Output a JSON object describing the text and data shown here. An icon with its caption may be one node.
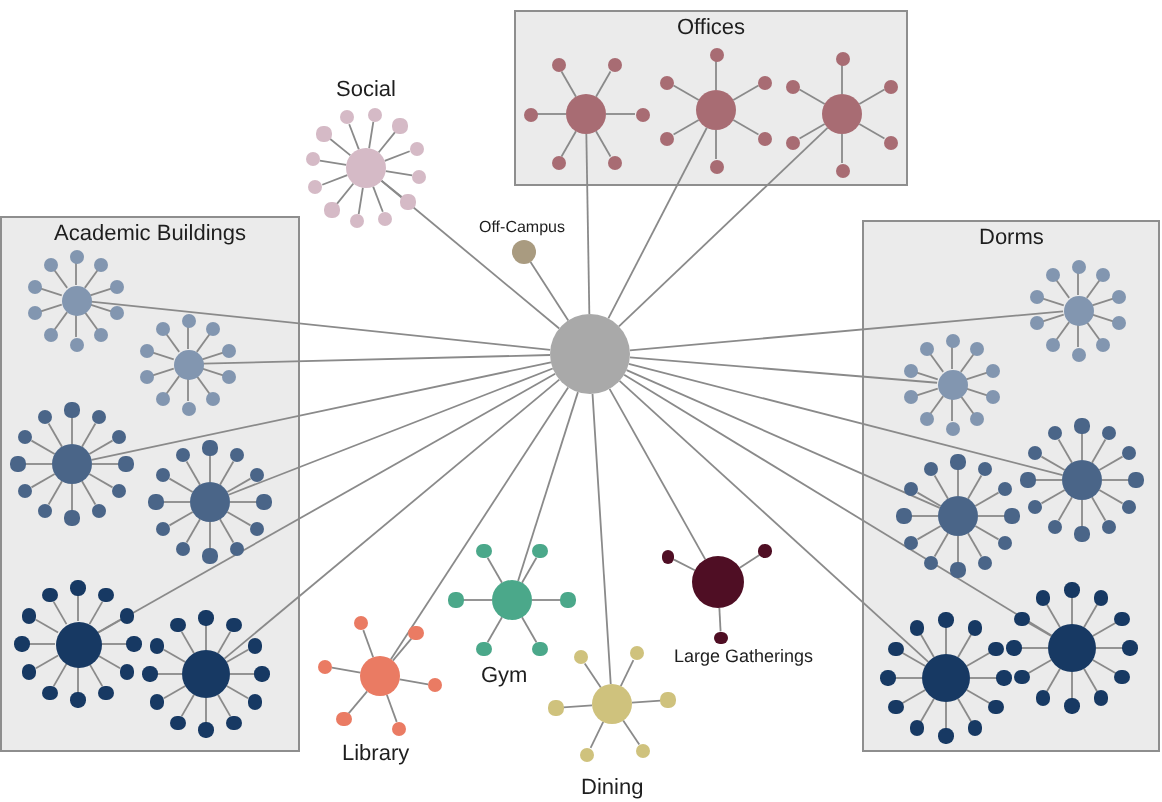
{
  "diagram": {
    "nodes": [
      {
        "text": [
          "Offices"
        ]
      },
      {
        "text": [],
        "shape": "circle",
        "in": 0
      },
      {
        "text": [],
        "shape": "circle",
        "in": 0
      },
      {
        "text": [],
        "shape": "circle",
        "in": 0
      },
      {
        "text": [],
        "shape": "circle",
        "in": 0
      },
      {
        "text": [],
        "shape": "circle",
        "in": 0
      },
      {
        "text": [],
        "shape": "circle",
        "in": 0
      },
      {
        "text": [],
        "shape": "circle",
        "in": 0
      },
      {
        "text": [],
        "shape": "circle",
        "in": 0
      },
      {
        "text": [],
        "shape": "circle",
        "in": 0
      },
      {
        "text": [],
        "shape": "circle",
        "in": 0
      },
      {
        "text": [],
        "shape": "circle",
        "in": 0
      },
      {
        "text": [],
        "shape": "circle",
        "in": 0
      },
      {
        "text": [],
        "shape": "circle",
        "in": 0
      },
      {
        "text": [],
        "shape": "circle",
        "in": 0
      },
      {
        "text": [],
        "shape": "circle",
        "in": 0
      },
      {
        "text": [],
        "shape": "circle",
        "in": 0
      },
      {
        "text": [],
        "shape": "circle",
        "in": 0
      },
      {
        "text": [],
        "shape": "circle",
        "in": 0
      },
      {
        "text": [],
        "shape": "circle",
        "in": 0
      },
      {
        "text": [],
        "shape": "circle",
        "in": 0
      },
      {
        "text": [],
        "shape": "circle",
        "in": 0
      },
      {
        "text": [
          "Social"
        ]
      },
      {
        "text": [],
        "shape": "circle"
      },
      {
        "text": [],
        "shape": "circle"
      },
      {
        "text": [],
        "shape": "circle"
      },
      {
        "text": [],
        "shape": "circle"
      },
      {
        "text": [],
        "shape": "circle"
      },
      {
        "text": [],
        "shape": "circle"
      },
      {
        "text": [],
        "shape": "circle"
      },
      {
        "text": [],
        "shape": "circle"
      },
      {
        "text": [],
        "shape": "circle"
      },
      {
        "text": [],
        "shape": "circle"
      },
      {
        "text": [],
        "shape": "circle"
      },
      {
        "text": [],
        "shape": "circle"
      },
      {
        "text": [
          "Off-Campus"
        ]
      },
      {
        "text": [
          "Academic Buildings"
        ]
      },
      {
        "text": [],
        "shape": "circle",
        "in": 36
      },
      {
        "text": [],
        "shape": "circle",
        "in": 36
      },
      {
        "text": [],
        "shape": "circle",
        "in": 36
      },
      {
        "text": [],
        "shape": "circle",
        "in": 36
      },
      {
        "text": [],
        "shape": "circle",
        "in": 36
      },
      {
        "text": [],
        "shape": "circle",
        "in": 36
      },
      {
        "text": [],
        "shape": "circle",
        "in": 36
      },
      {
        "text": [],
        "shape": "circle",
        "in": 36
      },
      {
        "text": [],
        "shape": "circle",
        "in": 36
      },
      {
        "text": [],
        "shape": "circle",
        "in": 36
      },
      {
        "text": [],
        "shape": "circle",
        "in": 36
      },
      {
        "text": [],
        "shape": "circle",
        "in": 36
      },
      {
        "text": [],
        "shape": "circle",
        "in": 36
      },
      {
        "text": [],
        "shape": "circle",
        "in": 36
      },
      {
        "text": [],
        "shape": "circle",
        "in": 36
      },
      {
        "text": [],
        "shape": "circle",
        "in": 36
      },
      {
        "text": [],
        "shape": "circle",
        "in": 36
      },
      {
        "text": [],
        "shape": "circle",
        "in": 36
      },
      {
        "text": [],
        "shape": "circle",
        "in": 36
      },
      {
        "text": [],
        "shape": "circle",
        "in": 36
      },
      {
        "text": [],
        "shape": "circle",
        "in": 36
      },
      {
        "text": [],
        "shape": "circle",
        "in": 36
      },
      {
        "text": [],
        "shape": "circle",
        "in": 36
      },
      {
        "text": [],
        "shape": "circle",
        "in": 36
      },
      {
        "text": [],
        "shape": "circle",
        "in": 36
      },
      {
        "text": [],
        "shape": "circle",
        "in": 36
      },
      {
        "text": [],
        "shape": "circle",
        "in": 36
      },
      {
        "text": [],
        "shape": "circle",
        "in": 36
      },
      {
        "text": [],
        "shape": "circle",
        "in": 36
      },
      {
        "text": [],
        "shape": "circle",
        "in": 36
      },
      {
        "text": [],
        "shape": "circle",
        "in": 36
      },
      {
        "text": [],
        "shape": "circle",
        "in": 36
      },
      {
        "text": [],
        "shape": "circle",
        "in": 36
      },
      {
        "text": [],
        "shape": "circle",
        "in": 36
      },
      {
        "text": [],
        "shape": "circle",
        "in": 36
      },
      {
        "text": [],
        "shape": "circle",
        "in": 36
      },
      {
        "text": [],
        "shape": "circle",
        "in": 36
      },
      {
        "text": [],
        "shape": "circle",
        "in": 36
      },
      {
        "text": [],
        "shape": "circle",
        "in": 36
      },
      {
        "text": [],
        "shape": "circle",
        "in": 36
      },
      {
        "text": [],
        "shape": "circle",
        "in": 36
      },
      {
        "text": [],
        "shape": "circle",
        "in": 36
      },
      {
        "text": [],
        "shape": "circle",
        "in": 36
      },
      {
        "text": [],
        "shape": "circle",
        "in": 36
      },
      {
        "text": [],
        "shape": "circle",
        "in": 36
      },
      {
        "text": [],
        "shape": "circle",
        "in": 36
      },
      {
        "text": [],
        "shape": "circle",
        "in": 36
      },
      {
        "text": [],
        "shape": "circle",
        "in": 36
      },
      {
        "text": [],
        "shape": "circle",
        "in": 36
      },
      {
        "text": [],
        "shape": "circle",
        "in": 36
      },
      {
        "text": [],
        "shape": "circle",
        "in": 36
      },
      {
        "text": [],
        "shape": "circle",
        "in": 36
      },
      {
        "text": [],
        "shape": "circle",
        "in": 36
      },
      {
        "text": [],
        "shape": "circle",
        "in": 36
      },
      {
        "text": [],
        "shape": "circle",
        "in": 36
      },
      {
        "text": [],
        "shape": "circle",
        "in": 36
      },
      {
        "text": [],
        "shape": "circle",
        "in": 36
      },
      {
        "text": [],
        "shape": "circle",
        "in": 36
      },
      {
        "text": [],
        "shape": "circle",
        "in": 36
      },
      {
        "text": [],
        "shape": "circle",
        "in": 36
      },
      {
        "text": [],
        "shape": "circle",
        "in": 36
      },
      {
        "text": [],
        "shape": "circle",
        "in": 36
      },
      {
        "text": [],
        "shape": "circle",
        "in": 36
      },
      {
        "text": [],
        "shape": "circle",
        "in": 36
      },
      {
        "text": [],
        "shape": "circle",
        "in": 36
      },
      {
        "text": [],
        "shape": "circle",
        "in": 36
      },
      {
        "text": [],
        "shape": "circle",
        "in": 36
      },
      {
        "text": [],
        "shape": "circle",
        "in": 36
      },
      {
        "text": [],
        "shape": "circle",
        "in": 36
      },
      {
        "text": [],
        "shape": "circle",
        "in": 36
      },
      {
        "text": [],
        "shape": "circle",
        "in": 36
      },
      {
        "text": [],
        "shape": "circle",
        "in": 36
      },
      {
        "text": [],
        "shape": "circle",
        "in": 36
      },
      {
        "text": [],
        "shape": "circle",
        "in": 36
      },
      {
        "text": [
          "Dorms"
        ]
      },
      {
        "text": [],
        "shape": "circle",
        "in": 111
      },
      {
        "text": [],
        "shape": "circle",
        "in": 111
      },
      {
        "text": [],
        "shape": "circle",
        "in": 111
      },
      {
        "text": [],
        "shape": "circle",
        "in": 111
      },
      {
        "text": [],
        "shape": "circle",
        "in": 111
      },
      {
        "text": [],
        "shape": "circle",
        "in": 111
      },
      {
        "text": [],
        "shape": "circle",
        "in": 111
      },
      {
        "text": [],
        "shape": "circle",
        "in": 111
      },
      {
        "text": [],
        "shape": "circle",
        "in": 111
      },
      {
        "text": [],
        "shape": "circle",
        "in": 111
      },
      {
        "text": [],
        "shape": "circle",
        "in": 111
      },
      {
        "text": [],
        "shape": "circle",
        "in": 111
      },
      {
        "text": [],
        "shape": "circle",
        "in": 111
      },
      {
        "text": [],
        "shape": "circle",
        "in": 111
      },
      {
        "text": [],
        "shape": "circle",
        "in": 111
      },
      {
        "text": [],
        "shape": "circle",
        "in": 111
      },
      {
        "text": [],
        "shape": "circle",
        "in": 111
      },
      {
        "text": [],
        "shape": "circle",
        "in": 111
      },
      {
        "text": [],
        "shape": "circle",
        "in": 111
      },
      {
        "text": [],
        "shape": "circle",
        "in": 111
      },
      {
        "text": [],
        "shape": "circle",
        "in": 111
      },
      {
        "text": [],
        "shape": "circle",
        "in": 111
      },
      {
        "text": [],
        "shape": "circle",
        "in": 111
      },
      {
        "text": [],
        "shape": "circle",
        "in": 111
      },
      {
        "text": [],
        "shape": "circle",
        "in": 111
      },
      {
        "text": [],
        "shape": "circle",
        "in": 111
      },
      {
        "text": [],
        "shape": "circle",
        "in": 111
      },
      {
        "text": [],
        "shape": "circle",
        "in": 111
      },
      {
        "text": [],
        "shape": "circle",
        "in": 111
      },
      {
        "text": [],
        "shape": "circle",
        "in": 111
      },
      {
        "text": [],
        "shape": "circle",
        "in": 111
      },
      {
        "text": [],
        "shape": "circle",
        "in": 111
      },
      {
        "text": [],
        "shape": "circle",
        "in": 111
      },
      {
        "text": [],
        "shape": "circle",
        "in": 111
      },
      {
        "text": [],
        "shape": "circle",
        "in": 111
      },
      {
        "text": [],
        "shape": "circle",
        "in": 111
      },
      {
        "text": [],
        "shape": "circle",
        "in": 111
      },
      {
        "text": [],
        "shape": "circle",
        "in": 111
      },
      {
        "text": [],
        "shape": "circle",
        "in": 111
      },
      {
        "text": [],
        "shape": "circle",
        "in": 111
      },
      {
        "text": [],
        "shape": "circle",
        "in": 111
      },
      {
        "text": [],
        "shape": "circle",
        "in": 111
      },
      {
        "text": [],
        "shape": "circle",
        "in": 111
      },
      {
        "text": [],
        "shape": "circle",
        "in": 111
      },
      {
        "text": [],
        "shape": "circle",
        "in": 111
      },
      {
        "text": [],
        "shape": "circle",
        "in": 111
      },
      {
        "text": [],
        "shape": "circle",
        "in": 111
      },
      {
        "text": [],
        "shape": "circle",
        "in": 111
      },
      {
        "text": [],
        "shape": "circle",
        "in": 111
      },
      {
        "text": [],
        "shape": "circle",
        "in": 111
      },
      {
        "text": [],
        "shape": "circle",
        "in": 111
      },
      {
        "text": [],
        "shape": "circle",
        "in": 111
      },
      {
        "text": [],
        "shape": "circle",
        "in": 111
      },
      {
        "text": [],
        "shape": "circle",
        "in": 111
      },
      {
        "text": [],
        "shape": "circle",
        "in": 111
      },
      {
        "text": [],
        "shape": "circle",
        "in": 111
      },
      {
        "text": [],
        "shape": "circle",
        "in": 111
      },
      {
        "text": [],
        "shape": "circle",
        "in": 111
      },
      {
        "text": [],
        "shape": "circle",
        "in": 111
      },
      {
        "text": [],
        "shape": "circle",
        "in": 111
      },
      {
        "text": [],
        "shape": "circle",
        "in": 111
      },
      {
        "text": [],
        "shape": "circle",
        "in": 111
      },
      {
        "text": [],
        "shape": "circle",
        "in": 111
      },
      {
        "text": [],
        "shape": "circle",
        "in": 111
      },
      {
        "text": [],
        "shape": "circle",
        "in": 111
      },
      {
        "text": [],
        "shape": "circle",
        "in": 111
      },
      {
        "text": [],
        "shape": "circle",
        "in": 111
      },
      {
        "text": [],
        "shape": "circle",
        "in": 111
      },
      {
        "text": [],
        "shape": "circle",
        "in": 111
      },
      {
        "text": [],
        "shape": "circle",
        "in": 111
      },
      {
        "text": [],
        "shape": "circle",
        "in": 111
      },
      {
        "text": [],
        "shape": "circle",
        "in": 111
      },
      {
        "text": [],
        "shape": "circle",
        "in": 111
      },
      {
        "text": [],
        "shape": "circle",
        "in": 111
      },
      {
        "text": [],
        "shape": "circle"
      },
      {
        "text": [
          "Gym"
        ]
      },
      {
        "text": [],
        "shape": "circle"
      },
      {
        "text": [],
        "shape": "circle"
      },
      {
        "text": [],
        "shape": "circle"
      },
      {
        "text": [],
        "shape": "circle"
      },
      {
        "text": [],
        "shape": "circle"
      },
      {
        "text": [],
        "shape": "circle"
      },
      {
        "text": [
          "Large Gatherings"
        ]
      },
      {
        "text": [],
        "shape": "circle"
      },
      {
        "text": [],
        "shape": "circle"
      },
      {
        "text": [],
        "shape": "circle"
      },
      {
        "text": [
          "Library"
        ]
      },
      {
        "text": [],
        "shape": "circle"
      },
      {
        "text": [],
        "shape": "circle"
      },
      {
        "text": [],
        "shape": "circle"
      },
      {
        "text": [],
        "shape": "circle"
      },
      {
        "text": [],
        "shape": "circle"
      },
      {
        "text": [],
        "shape": "circle"
      },
      {
        "text": [
          "Dining"
        ]
      },
      {
        "text": [],
        "shape": "circle"
      },
      {
        "text": [],
        "shape": "circle"
      },
      {
        "text": [],
        "shape": "circle"
      },
      {
        "text": [],
        "shape": "circle"
      },
      {
        "text": [],
        "shape": "circle"
      },
      {
        "text": [],
        "shape": "circle"
      }
    ],
    "edges": [
      {
        "from": 186,
        "to": 1,
        "arrow": "none"
      },
      {
        "from": 186,
        "to": 8,
        "arrow": "none"
      },
      {
        "from": 186,
        "to": 15,
        "arrow": "none"
      },
      {
        "from": 186,
        "to": 22,
        "arrow": "none"
      },
      {
        "from": 186,
        "to": 35,
        "arrow": "none"
      },
      {
        "from": 186,
        "to": 37,
        "arrow": "none"
      },
      {
        "from": 186,
        "to": 48,
        "arrow": "none"
      },
      {
        "from": 186,
        "to": 59,
        "arrow": "none"
      },
      {
        "from": 186,
        "to": 72,
        "arrow": "none"
      },
      {
        "from": 186,
        "to": 85,
        "arrow": "none"
      },
      {
        "from": 186,
        "to": 98,
        "arrow": "none"
      },
      {
        "from": 186,
        "to": 112,
        "arrow": "none"
      },
      {
        "from": 186,
        "to": 123,
        "arrow": "none"
      },
      {
        "from": 186,
        "to": 134,
        "arrow": "none"
      },
      {
        "from": 186,
        "to": 147,
        "arrow": "none"
      },
      {
        "from": 186,
        "to": 160,
        "arrow": "none"
      },
      {
        "from": 186,
        "to": 173,
        "arrow": "none"
      },
      {
        "from": 186,
        "to": 187,
        "arrow": "none"
      },
      {
        "from": 186,
        "to": 194,
        "arrow": "none"
      },
      {
        "from": 186,
        "to": 198,
        "arrow": "none"
      },
      {
        "from": 186,
        "to": 205,
        "arrow": "none"
      },
      {
        "from": 1,
        "to": 2,
        "arrow": "none"
      },
      {
        "from": 1,
        "to": 3,
        "arrow": "none"
      },
      {
        "from": 1,
        "to": 4,
        "arrow": "none"
      },
      {
        "from": 1,
        "to": 5,
        "arrow": "none"
      },
      {
        "from": 1,
        "to": 6,
        "arrow": "none"
      },
      {
        "from": 1,
        "to": 7,
        "arrow": "none"
      },
      {
        "from": 8,
        "to": 9,
        "arrow": "none"
      },
      {
        "from": 8,
        "to": 10,
        "arrow": "none"
      },
      {
        "from": 8,
        "to": 11,
        "arrow": "none"
      },
      {
        "from": 8,
        "to": 12,
        "arrow": "none"
      },
      {
        "from": 8,
        "to": 13,
        "arrow": "none"
      },
      {
        "from": 8,
        "to": 14,
        "arrow": "none"
      },
      {
        "from": 15,
        "to": 16,
        "arrow": "none"
      },
      {
        "from": 15,
        "to": 17,
        "arrow": "none"
      },
      {
        "from": 15,
        "to": 18,
        "arrow": "none"
      },
      {
        "from": 15,
        "to": 19,
        "arrow": "none"
      },
      {
        "from": 15,
        "to": 20,
        "arrow": "none"
      },
      {
        "from": 15,
        "to": 21,
        "arrow": "none"
      },
      {
        "from": 22,
        "to": 23,
        "arrow": "none"
      },
      {
        "from": 22,
        "to": 24,
        "arrow": "none"
      },
      {
        "from": 22,
        "to": 25,
        "arrow": "none"
      },
      {
        "from": 22,
        "to": 26,
        "arrow": "none"
      },
      {
        "from": 22,
        "to": 27,
        "arrow": "none"
      },
      {
        "from": 22,
        "to": 28,
        "arrow": "none"
      },
      {
        "from": 22,
        "to": 29,
        "arrow": "none"
      },
      {
        "from": 22,
        "to": 30,
        "arrow": "none"
      },
      {
        "from": 22,
        "to": 31,
        "arrow": "none"
      },
      {
        "from": 22,
        "to": 32,
        "arrow": "none"
      },
      {
        "from": 22,
        "to": 33,
        "arrow": "none"
      },
      {
        "from": 22,
        "to": 34,
        "arrow": "none"
      },
      {
        "from": 37,
        "to": 38,
        "arrow": "none"
      },
      {
        "from": 37,
        "to": 39,
        "arrow": "none"
      },
      {
        "from": 37,
        "to": 40,
        "arrow": "none"
      },
      {
        "from": 37,
        "to": 41,
        "arrow": "none"
      },
      {
        "from": 37,
        "to": 42,
        "arrow": "none"
      },
      {
        "from": 37,
        "to": 43,
        "arrow": "none"
      },
      {
        "from": 37,
        "to": 44,
        "arrow": "none"
      },
      {
        "from": 37,
        "to": 45,
        "arrow": "none"
      },
      {
        "from": 37,
        "to": 46,
        "arrow": "none"
      },
      {
        "from": 37,
        "to": 47,
        "arrow": "none"
      },
      {
        "from": 48,
        "to": 49,
        "arrow": "none"
      },
      {
        "from": 48,
        "to": 50,
        "arrow": "none"
      },
      {
        "from": 48,
        "to": 51,
        "arrow": "none"
      },
      {
        "from": 48,
        "to": 52,
        "arrow": "none"
      },
      {
        "from": 48,
        "to": 53,
        "arrow": "none"
      },
      {
        "from": 48,
        "to": 54,
        "arrow": "none"
      },
      {
        "from": 48,
        "to": 55,
        "arrow": "none"
      },
      {
        "from": 48,
        "to": 56,
        "arrow": "none"
      },
      {
        "from": 48,
        "to": 57,
        "arrow": "none"
      },
      {
        "from": 48,
        "to": 58,
        "arrow": "none"
      },
      {
        "from": 59,
        "to": 60,
        "arrow": "none"
      },
      {
        "from": 59,
        "to": 61,
        "arrow": "none"
      },
      {
        "from": 59,
        "to": 62,
        "arrow": "none"
      },
      {
        "from": 59,
        "to": 63,
        "arrow": "none"
      },
      {
        "from": 59,
        "to": 64,
        "arrow": "none"
      },
      {
        "from": 59,
        "to": 65,
        "arrow": "none"
      },
      {
        "from": 59,
        "to": 66,
        "arrow": "none"
      },
      {
        "from": 59,
        "to": 67,
        "arrow": "none"
      },
      {
        "from": 59,
        "to": 68,
        "arrow": "none"
      },
      {
        "from": 59,
        "to": 69,
        "arrow": "none"
      },
      {
        "from": 59,
        "to": 70,
        "arrow": "none"
      },
      {
        "from": 59,
        "to": 71,
        "arrow": "none"
      },
      {
        "from": 72,
        "to": 73,
        "arrow": "none"
      },
      {
        "from": 72,
        "to": 74,
        "arrow": "none"
      },
      {
        "from": 72,
        "to": 75,
        "arrow": "none"
      },
      {
        "from": 72,
        "to": 76,
        "arrow": "none"
      },
      {
        "from": 72,
        "to": 77,
        "arrow": "none"
      },
      {
        "from": 72,
        "to": 78,
        "arrow": "none"
      },
      {
        "from": 72,
        "to": 79,
        "arrow": "none"
      },
      {
        "from": 72,
        "to": 80,
        "arrow": "none"
      },
      {
        "from": 72,
        "to": 81,
        "arrow": "none"
      },
      {
        "from": 72,
        "to": 82,
        "arrow": "none"
      },
      {
        "from": 72,
        "to": 83,
        "arrow": "none"
      },
      {
        "from": 72,
        "to": 84,
        "arrow": "none"
      },
      {
        "from": 85,
        "to": 86,
        "arrow": "none"
      },
      {
        "from": 85,
        "to": 87,
        "arrow": "none"
      },
      {
        "from": 85,
        "to": 88,
        "arrow": "none"
      },
      {
        "from": 85,
        "to": 89,
        "arrow": "none"
      },
      {
        "from": 85,
        "to": 90,
        "arrow": "none"
      },
      {
        "from": 85,
        "to": 91,
        "arrow": "none"
      },
      {
        "from": 85,
        "to": 92,
        "arrow": "none"
      },
      {
        "from": 85,
        "to": 93,
        "arrow": "none"
      },
      {
        "from": 85,
        "to": 94,
        "arrow": "none"
      },
      {
        "from": 85,
        "to": 95,
        "arrow": "none"
      },
      {
        "from": 85,
        "to": 96,
        "arrow": "none"
      },
      {
        "from": 85,
        "to": 97,
        "arrow": "none"
      },
      {
        "from": 98,
        "to": 99,
        "arrow": "none"
      },
      {
        "from": 98,
        "to": 100,
        "arrow": "none"
      },
      {
        "from": 98,
        "to": 101,
        "arrow": "none"
      },
      {
        "from": 98,
        "to": 102,
        "arrow": "none"
      },
      {
        "from": 98,
        "to": 103,
        "arrow": "none"
      },
      {
        "from": 98,
        "to": 104,
        "arrow": "none"
      },
      {
        "from": 98,
        "to": 105,
        "arrow": "none"
      },
      {
        "from": 98,
        "to": 106,
        "arrow": "none"
      },
      {
        "from": 98,
        "to": 107,
        "arrow": "none"
      },
      {
        "from": 98,
        "to": 108,
        "arrow": "none"
      },
      {
        "from": 98,
        "to": 109,
        "arrow": "none"
      },
      {
        "from": 98,
        "to": 110,
        "arrow": "none"
      },
      {
        "from": 112,
        "to": 113,
        "arrow": "none"
      },
      {
        "from": 112,
        "to": 114,
        "arrow": "none"
      },
      {
        "from": 112,
        "to": 115,
        "arrow": "none"
      },
      {
        "from": 112,
        "to": 116,
        "arrow": "none"
      },
      {
        "from": 112,
        "to": 117,
        "arrow": "none"
      },
      {
        "from": 112,
        "to": 118,
        "arrow": "none"
      },
      {
        "from": 112,
        "to": 119,
        "arrow": "none"
      },
      {
        "from": 112,
        "to": 120,
        "arrow": "none"
      },
      {
        "from": 112,
        "to": 121,
        "arrow": "none"
      },
      {
        "from": 112,
        "to": 122,
        "arrow": "none"
      },
      {
        "from": 123,
        "to": 124,
        "arrow": "none"
      },
      {
        "from": 123,
        "to": 125,
        "arrow": "none"
      },
      {
        "from": 123,
        "to": 126,
        "arrow": "none"
      },
      {
        "from": 123,
        "to": 127,
        "arrow": "none"
      },
      {
        "from": 123,
        "to": 128,
        "arrow": "none"
      },
      {
        "from": 123,
        "to": 129,
        "arrow": "none"
      },
      {
        "from": 123,
        "to": 130,
        "arrow": "none"
      },
      {
        "from": 123,
        "to": 131,
        "arrow": "none"
      },
      {
        "from": 123,
        "to": 132,
        "arrow": "none"
      },
      {
        "from": 123,
        "to": 133,
        "arrow": "none"
      },
      {
        "from": 134,
        "to": 135,
        "arrow": "none"
      },
      {
        "from": 134,
        "to": 136,
        "arrow": "none"
      },
      {
        "from": 134,
        "to": 137,
        "arrow": "none"
      },
      {
        "from": 134,
        "to": 138,
        "arrow": "none"
      },
      {
        "from": 134,
        "to": 139,
        "arrow": "none"
      },
      {
        "from": 134,
        "to": 140,
        "arrow": "none"
      },
      {
        "from": 134,
        "to": 141,
        "arrow": "none"
      },
      {
        "from": 134,
        "to": 142,
        "arrow": "none"
      },
      {
        "from": 134,
        "to": 143,
        "arrow": "none"
      },
      {
        "from": 134,
        "to": 144,
        "arrow": "none"
      },
      {
        "from": 134,
        "to": 145,
        "arrow": "none"
      },
      {
        "from": 134,
        "to": 146,
        "arrow": "none"
      },
      {
        "from": 147,
        "to": 148,
        "arrow": "none"
      },
      {
        "from": 147,
        "to": 149,
        "arrow": "none"
      },
      {
        "from": 147,
        "to": 150,
        "arrow": "none"
      },
      {
        "from": 147,
        "to": 151,
        "arrow": "none"
      },
      {
        "from": 147,
        "to": 152,
        "arrow": "none"
      },
      {
        "from": 147,
        "to": 153,
        "arrow": "none"
      },
      {
        "from": 147,
        "to": 154,
        "arrow": "none"
      },
      {
        "from": 147,
        "to": 155,
        "arrow": "none"
      },
      {
        "from": 147,
        "to": 156,
        "arrow": "none"
      },
      {
        "from": 147,
        "to": 157,
        "arrow": "none"
      },
      {
        "from": 147,
        "to": 158,
        "arrow": "none"
      },
      {
        "from": 147,
        "to": 159,
        "arrow": "none"
      },
      {
        "from": 160,
        "to": 161,
        "arrow": "none"
      },
      {
        "from": 160,
        "to": 162,
        "arrow": "none"
      },
      {
        "from": 160,
        "to": 163,
        "arrow": "none"
      },
      {
        "from": 160,
        "to": 164,
        "arrow": "none"
      },
      {
        "from": 160,
        "to": 165,
        "arrow": "none"
      },
      {
        "from": 160,
        "to": 166,
        "arrow": "none"
      },
      {
        "from": 160,
        "to": 167,
        "arrow": "none"
      },
      {
        "from": 160,
        "to": 168,
        "arrow": "none"
      },
      {
        "from": 160,
        "to": 169,
        "arrow": "none"
      },
      {
        "from": 160,
        "to": 170,
        "arrow": "none"
      },
      {
        "from": 160,
        "to": 171,
        "arrow": "none"
      },
      {
        "from": 160,
        "to": 172,
        "arrow": "none"
      },
      {
        "from": 173,
        "to": 174,
        "arrow": "none"
      },
      {
        "from": 173,
        "to": 175,
        "arrow": "none"
      },
      {
        "from": 173,
        "to": 176,
        "arrow": "none"
      },
      {
        "from": 173,
        "to": 177,
        "arrow": "none"
      },
      {
        "from": 173,
        "to": 178,
        "arrow": "none"
      },
      {
        "from": 173,
        "to": 179,
        "arrow": "none"
      },
      {
        "from": 173,
        "to": 180,
        "arrow": "none"
      },
      {
        "from": 173,
        "to": 181,
        "arrow": "none"
      },
      {
        "from": 173,
        "to": 182,
        "arrow": "none"
      },
      {
        "from": 173,
        "to": 183,
        "arrow": "none"
      },
      {
        "from": 173,
        "to": 184,
        "arrow": "none"
      },
      {
        "from": 173,
        "to": 185,
        "arrow": "none"
      },
      {
        "from": 187,
        "to": 188,
        "arrow": "none"
      },
      {
        "from": 187,
        "to": 189,
        "arrow": "none"
      },
      {
        "from": 187,
        "to": 190,
        "arrow": "none"
      },
      {
        "from": 187,
        "to": 191,
        "arrow": "none"
      },
      {
        "from": 187,
        "to": 192,
        "arrow": "none"
      },
      {
        "from": 187,
        "to": 193,
        "arrow": "none"
      },
      {
        "from": 194,
        "to": 195,
        "arrow": "none"
      },
      {
        "from": 194,
        "to": 196,
        "arrow": "none"
      },
      {
        "from": 194,
        "to": 197,
        "arrow": "none"
      },
      {
        "from": 198,
        "to": 199,
        "arrow": "none"
      },
      {
        "from": 198,
        "to": 200,
        "arrow": "none"
      },
      {
        "from": 198,
        "to": 201,
        "arrow": "none"
      },
      {
        "from": 198,
        "to": 202,
        "arrow": "none"
      },
      {
        "from": 198,
        "to": 203,
        "arrow": "none"
      },
      {
        "from": 198,
        "to": 204,
        "arrow": "none"
      },
      {
        "from": 205,
        "to": 206,
        "arrow": "none"
      },
      {
        "from": 205,
        "to": 207,
        "arrow": "none"
      },
      {
        "from": 205,
        "to": 208,
        "arrow": "none"
      },
      {
        "from": 205,
        "to": 209,
        "arrow": "none"
      },
      {
        "from": 205,
        "to": 210,
        "arrow": "none"
      },
      {
        "from": 205,
        "to": 211,
        "arrow": "none"
      }
    ]
  }
}
